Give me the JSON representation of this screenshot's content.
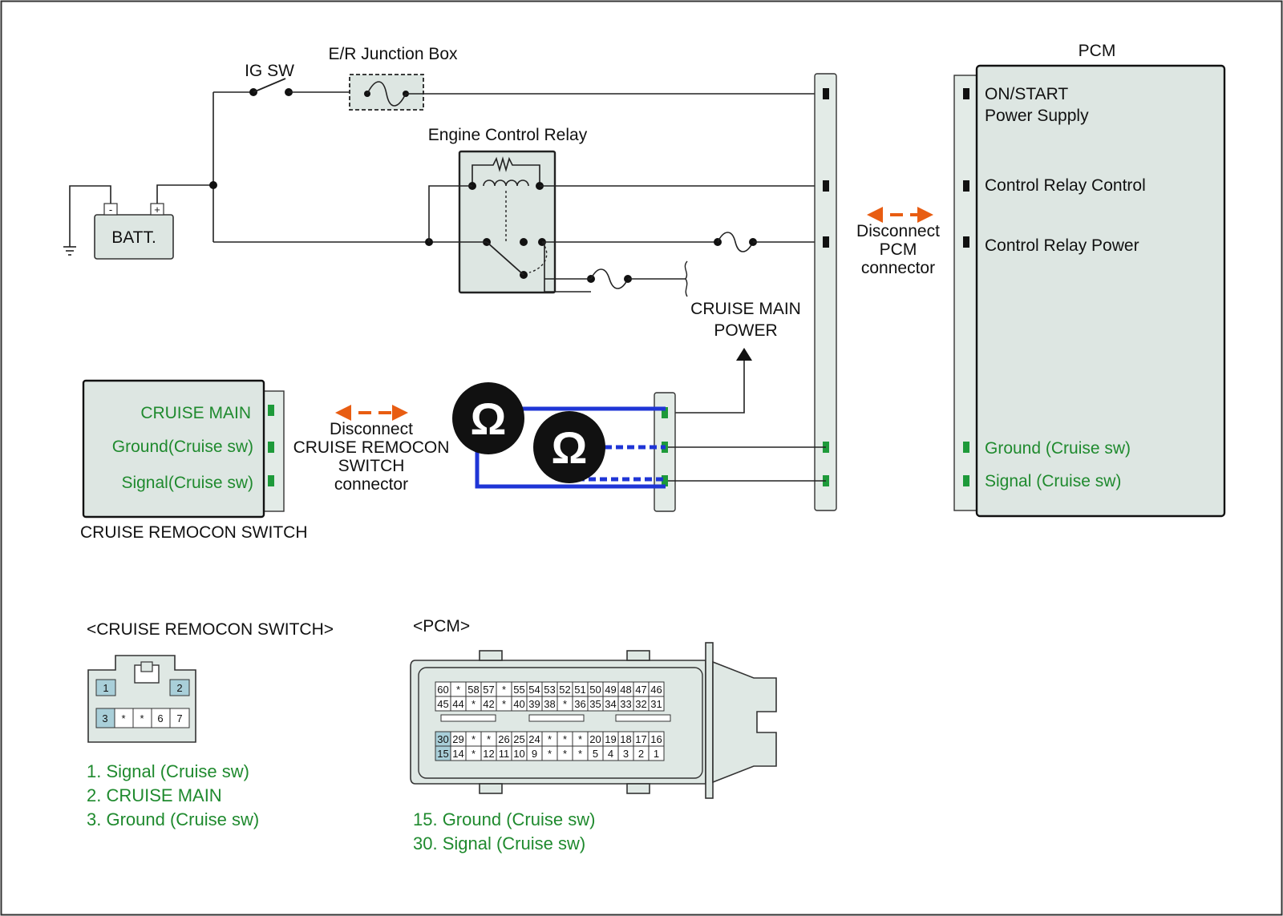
{
  "labels": {
    "ig_sw": "IG SW",
    "junction_box": "E/R Junction Box",
    "relay": "Engine Control Relay",
    "batt": "BATT.",
    "batt_minus": "-",
    "batt_plus": "+",
    "pcm_title": "PCM",
    "cruise_main_power_1": "CRUISE MAIN",
    "cruise_main_power_2": "POWER",
    "switch_name": "CRUISE REMOCON SWITCH",
    "ohm": "Ω"
  },
  "pcm_pins": {
    "on_start_1": "ON/START",
    "on_start_2": "Power Supply",
    "relay_control": "Control Relay Control",
    "relay_power": "Control Relay Power",
    "ground": "Ground (Cruise sw)",
    "signal": "Signal (Cruise sw)"
  },
  "switch_pins": {
    "cruise_main": "CRUISE MAIN",
    "ground": "Ground(Cruise sw)",
    "signal": "Signal(Cruise sw)"
  },
  "disconnect_pcm": [
    "Disconnect",
    "PCM",
    "connector"
  ],
  "disconnect_switch": [
    "Disconnect",
    "CRUISE REMOCON",
    "SWITCH",
    "connector"
  ],
  "switch_connector": {
    "title": "<CRUISE REMOCON SWITCH>",
    "top_row": [
      "1",
      "2"
    ],
    "bottom_row": [
      "3",
      "*",
      "*",
      "6",
      "7"
    ],
    "legend": [
      "1. Signal (Cruise sw)",
      "2. CRUISE MAIN",
      "3. Ground (Cruise sw)"
    ]
  },
  "pcm_connector": {
    "title": "<PCM>",
    "row1": [
      "60",
      "*",
      "58",
      "57",
      "*",
      "55",
      "54",
      "53",
      "52",
      "51",
      "50",
      "49",
      "48",
      "47",
      "46"
    ],
    "row2": [
      "45",
      "44",
      "*",
      "42",
      "*",
      "40",
      "39",
      "38",
      "*",
      "36",
      "35",
      "34",
      "33",
      "32",
      "31"
    ],
    "row3": [
      "30",
      "29",
      "*",
      "*",
      "26",
      "25",
      "24",
      "*",
      "*",
      "*",
      "20",
      "19",
      "18",
      "17",
      "16"
    ],
    "row4": [
      "15",
      "14",
      "*",
      "12",
      "11",
      "10",
      "9",
      "*",
      "*",
      "*",
      "5",
      "4",
      "3",
      "2",
      "1"
    ],
    "legend": [
      "15. Ground (Cruise sw)",
      "30. Signal (Cruise sw)"
    ]
  },
  "colors": {
    "label_green": "#1f8a2e",
    "pin_green": "#1e9a3a",
    "probe_blue": "#1f35d6",
    "arrow_orange": "#e85d12",
    "box_fill": "#dde6e2",
    "highlight_pin": "#a9cfd9"
  }
}
